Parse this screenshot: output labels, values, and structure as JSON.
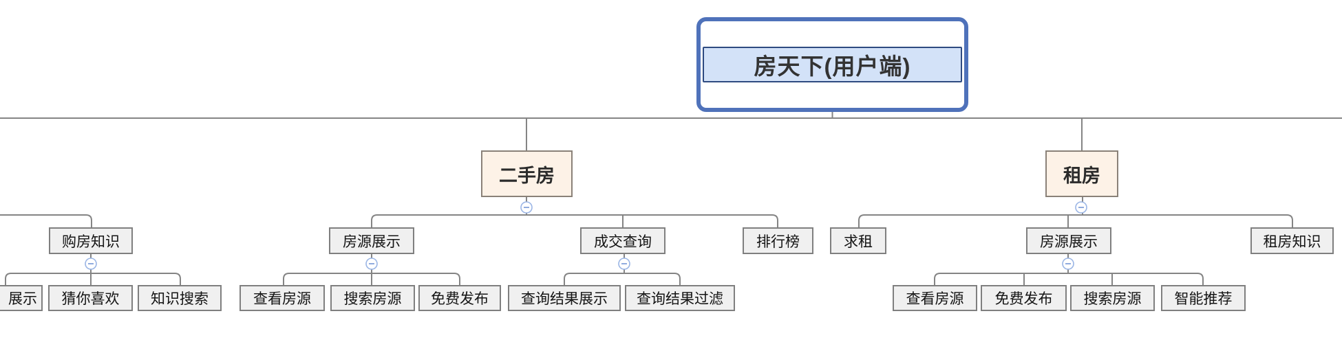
{
  "diagram_type": "mindmap-tree",
  "tree": {
    "root": {
      "label": "房天下(用户端)"
    },
    "offscreen_left_branch": {
      "purchase_knowledge": {
        "label": "购房知识",
        "children": {
          "display_partial": "展示",
          "guess_you_like": "猜你喜欢",
          "knowledge_search": "知识搜索"
        }
      }
    },
    "second_hand": {
      "label": "二手房",
      "listing_display": {
        "label": "房源展示",
        "children": {
          "view_listing": "查看房源",
          "search_listing": "搜索房源",
          "free_publish": "免费发布"
        }
      },
      "deal_query": {
        "label": "成交查询",
        "children": {
          "result_display": "查询结果展示",
          "result_filter": "查询结果过滤"
        }
      },
      "ranking": {
        "label": "排行榜"
      }
    },
    "rental": {
      "label": "租房",
      "seek_rent": {
        "label": "求租"
      },
      "listing_display": {
        "label": "房源展示",
        "children": {
          "view_listing": "查看房源",
          "free_publish": "免费发布",
          "search_listing": "搜索房源",
          "smart_recommend": "智能推荐"
        }
      },
      "rental_knowledge": {
        "label": "租房知识"
      }
    }
  },
  "icons": {
    "collapse_glyph": "−"
  },
  "colors": {
    "root_fill": "#d3e2f8",
    "root_outer_border": "#4f72ba",
    "root_inner_border": "#2e4a80",
    "branch_fill": "#fdf2e7",
    "branch_border": "#8a8178",
    "leaf_fill": "#f0f0f0",
    "leaf_border": "#7f7f7f",
    "connector_line": "#848484",
    "collapse_ring": "#9ab5e5",
    "collapse_minus": "#7596d6",
    "text": "#1f1f1f"
  }
}
